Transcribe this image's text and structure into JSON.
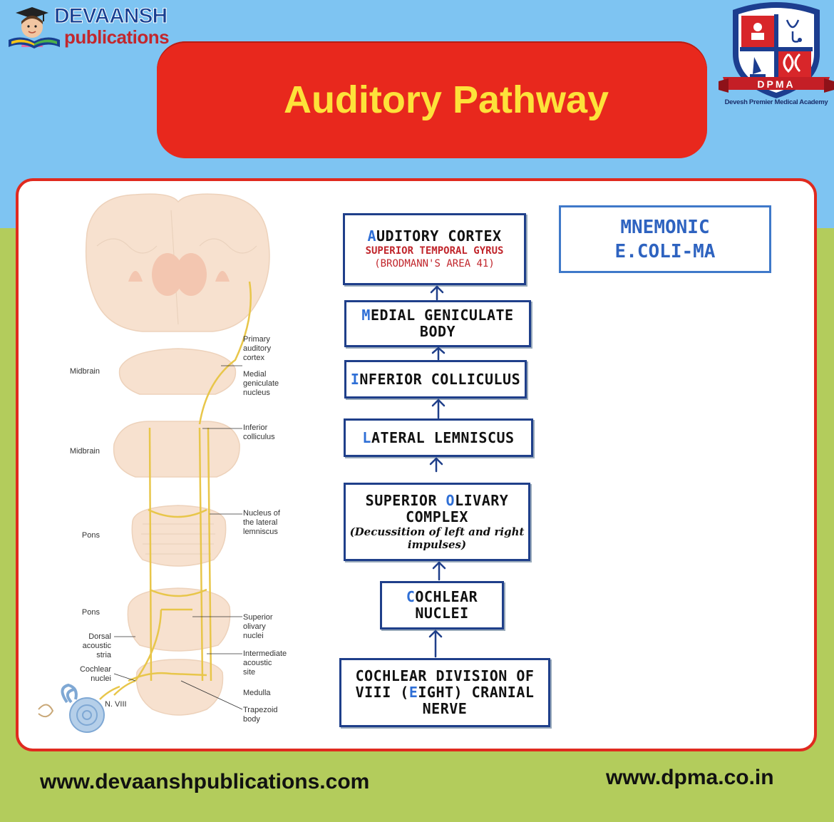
{
  "brand": {
    "name": "DEVAANSH",
    "sub": "publications"
  },
  "title": "Auditory Pathway",
  "emblem": {
    "text": "DPMA",
    "caption": "Devesh Premier Medical Academy"
  },
  "anatomy": {
    "labels_left": {
      "midbrain_1": "Midbrain",
      "midbrain_2": "Midbrain",
      "pons_1": "Pons",
      "pons_2": "Pons",
      "dorsal_stria": [
        "Dorsal",
        "acoustic",
        "stria"
      ],
      "cochlear_nuclei": [
        "Cochlear",
        "nuclei"
      ],
      "nerve": "N. VIII"
    },
    "labels_right": {
      "primary_cortex": [
        "Primary",
        "auditory",
        "cortex"
      ],
      "medial_geniculate": [
        "Medial",
        "geniculate",
        "nucleus"
      ],
      "inferior_colliculus": [
        "Inferior",
        "colliculus"
      ],
      "lateral_lemniscus": [
        "Nucleus of",
        "the lateral",
        "lemniscus"
      ],
      "superior_olivary": [
        "Superior",
        "olivary",
        "nuclei"
      ],
      "intermediate_stria": [
        "Intermediate",
        "acoustic",
        "site"
      ],
      "medulla": "Medulla",
      "trapezoid": [
        "Trapezoid",
        "body"
      ]
    }
  },
  "flow": {
    "cortex": {
      "cap": "A",
      "rest": "UDITORY CORTEX",
      "sub1": "SUPERIOR TEMPORAL GYRUS",
      "sub2": "(BRODMANN'S AREA 41)"
    },
    "mgb": {
      "cap": "M",
      "rest": "EDIAL GENICULATE",
      "line2": "BODY"
    },
    "ic": {
      "cap": "I",
      "rest": "NFERIOR COLLICULUS"
    },
    "ll": {
      "cap": "L",
      "rest": "ATERAL LEMNISCUS"
    },
    "soc": {
      "pre": "SUPERIOR ",
      "cap": "O",
      "rest": "LIVARY",
      "line2": "COMPLEX",
      "note1": "(Decussition of left and right",
      "note2": "impulses)"
    },
    "cn": {
      "cap": "C",
      "rest": "OCHLEAR",
      "line2": "NUCLEI"
    },
    "nerve": {
      "line1": "COCHLEAR DIVISION OF",
      "pre": "VIII (",
      "cap": "E",
      "rest": "IGHT) CRANIAL",
      "line3": "NERVE"
    }
  },
  "mnemonic": {
    "title": "MNEMONIC",
    "word": "E.COLI-MA"
  },
  "footer": {
    "left": "www.devaanshpublications.com",
    "right": "www.dpma.co.in"
  },
  "colors": {
    "sky": "#7ec4f2",
    "grass": "#b3cc5c",
    "banner": "#e8281d",
    "title": "#fde23a",
    "box_border": "#1f3f8a",
    "highlight": "#2f6fd6",
    "pathway": "#e8c64a"
  }
}
